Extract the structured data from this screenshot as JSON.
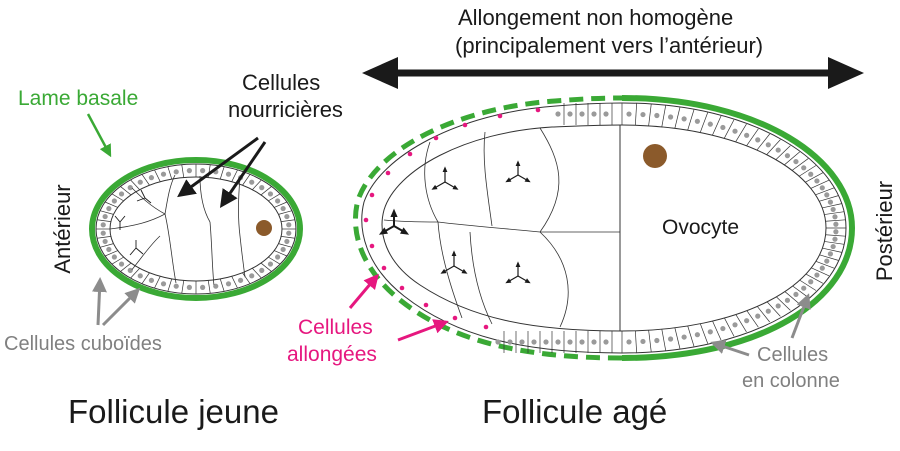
{
  "colors": {
    "basal_lamina": "#3aa935",
    "elongated_cells": "#e6177f",
    "nucleus": "#8b5a2b",
    "arrows_gray": "#8c8c8c",
    "text_dark": "#1a1a1a",
    "text_gray": "#808080"
  },
  "labels": {
    "elongation_line1": "Allongement non homogène",
    "elongation_line2": "(principalement vers l’antérieur)",
    "nurse_line1": "Cellules",
    "nurse_line2": "nourricières",
    "basal_lamina": "Lame basale",
    "anterior": "Antérieur",
    "posterior": "Postérieur",
    "oocyte": "Ovocyte",
    "cuboidal_cells": "Cellules cuboïdes",
    "elongated_line1": "Cellules",
    "elongated_line2": "allongées",
    "columnar_line1": "Cellules",
    "columnar_line2": "en colonne",
    "young_follicle": "Follicule jeune",
    "old_follicle": "Follicule agé"
  }
}
